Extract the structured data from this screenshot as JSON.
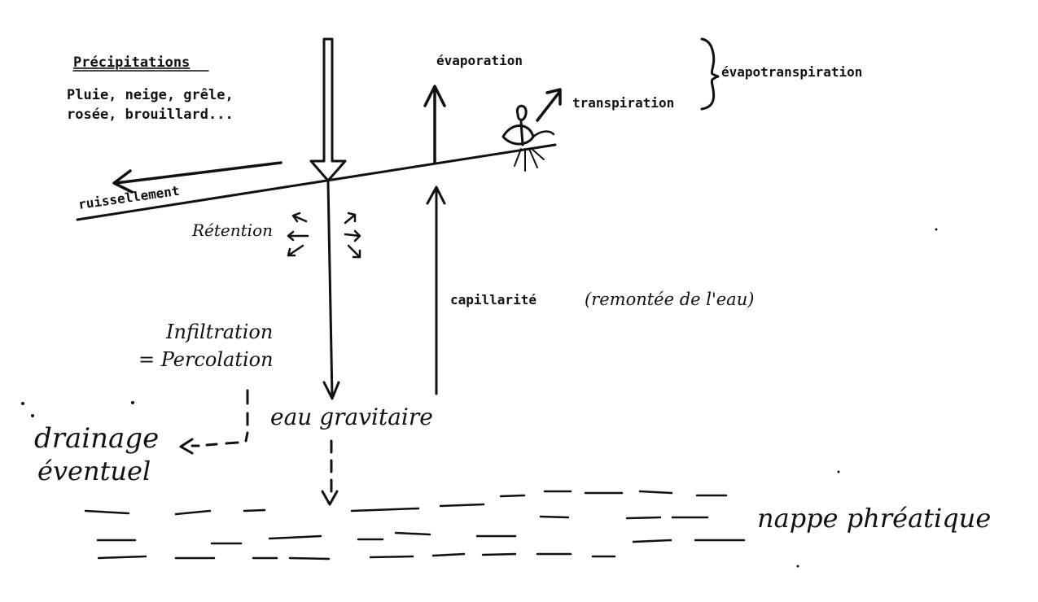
{
  "labels": {
    "precip_title": "Précipitations",
    "precip_line1": "Pluie, neige, grêle,",
    "precip_line2": "rosée, brouillard...",
    "evaporation": "évaporation",
    "transpiration": "transpiration",
    "evapotranspiration": "évapotranspiration",
    "ruissellement": "ruissellement",
    "retention": "Rétention",
    "capillarite": "capillarité",
    "capillarite_note": "(remontée de l'eau)",
    "infiltration": "Infiltration",
    "percolation": "= Percolation",
    "eau_gravitaire": "eau gravitaire",
    "drainage_line1": "drainage",
    "drainage_line2": "éventuel",
    "nappe": "nappe phréatique"
  },
  "colors": {
    "ink": "#111111",
    "background": "#ffffff"
  }
}
